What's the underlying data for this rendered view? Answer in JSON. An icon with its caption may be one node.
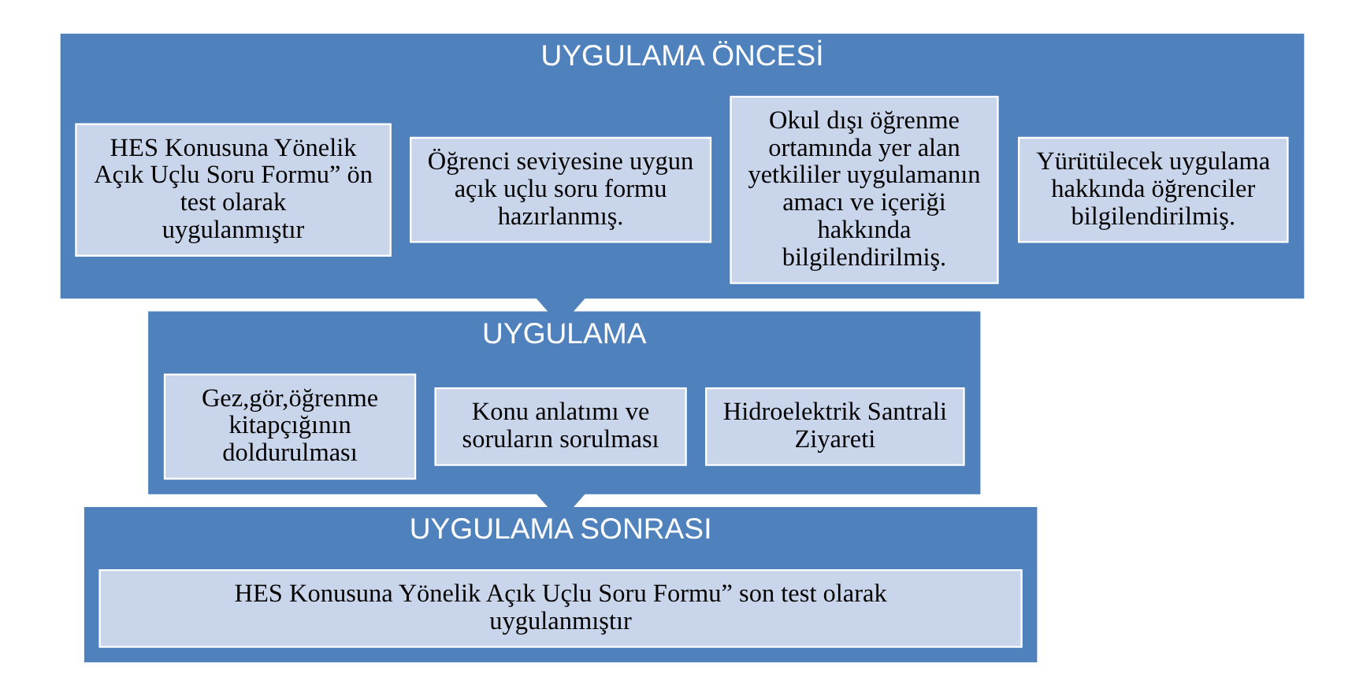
{
  "diagram": {
    "nodes": [
      {
        "text": [
          "UYGULAMA ÖNCESİ"
        ]
      },
      {
        "text": [
          "Yürütülecek uygulama hakkında öğrenciler bilgilendirilmiş."
        ],
        "in": 0
      },
      {
        "text": [
          "Okul dışı öğrenme ortamında yer alan yetkililer uygulamanın amacı ve içeriği hakkında bilgilendirilmiş."
        ],
        "in": 0
      },
      {
        "text": [
          "Öğrenci seviyesine uygun açık uçlu soru formu hazırlanmış."
        ],
        "in": 0
      },
      {
        "text": [
          "HES Konusuna Yönelik Açık Uçlu Soru Formu” ön test olarak uygulanmıştır"
        ],
        "in": 0
      },
      {
        "text": [
          "UYGULAMA"
        ]
      },
      {
        "text": [
          "Hidroelektrik Santrali Ziyareti"
        ],
        "in": 5
      },
      {
        "text": [
          "Konu anlatımı ve soruların sorulması"
        ],
        "in": 5
      },
      {
        "text": [
          "Gez,gör,öğrenme kitapçığının doldurulması"
        ],
        "in": 5
      },
      {
        "text": [
          "UYGULAMA SONRASI"
        ]
      },
      {
        "text": [
          "HES Konusuna Yönelik Açık Uçlu Soru Formu” son test olarak uygulanmıştır"
        ],
        "in": 9
      }
    ],
    "edges": [
      {
        "from": 0,
        "to": 5,
        "arrow": "to"
      },
      {
        "from": 5,
        "to": 9,
        "arrow": "to"
      }
    ]
  }
}
